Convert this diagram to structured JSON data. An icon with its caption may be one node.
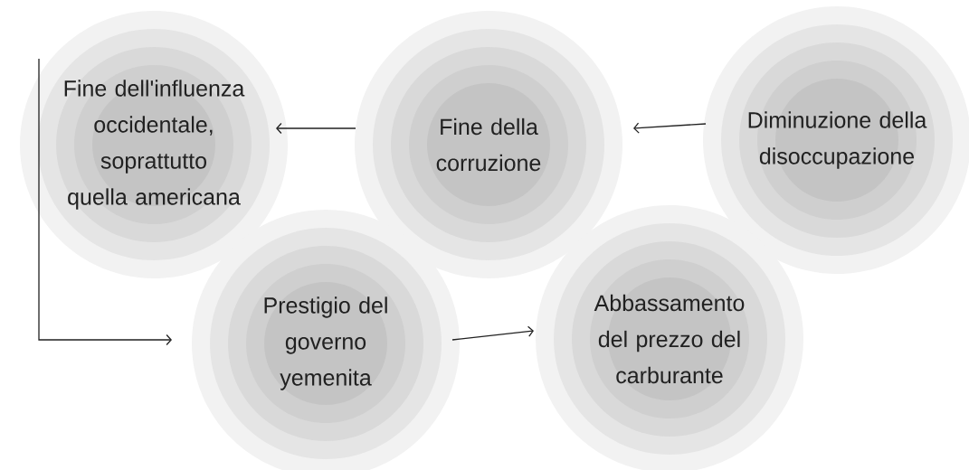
{
  "diagram": {
    "nodes": [
      {
        "text": [
          "Fine dell'influenza occidentale, soprattutto quella americana"
        ]
      },
      {
        "text": [
          "Fine della corruzione"
        ]
      },
      {
        "text": [
          "Diminuzione della disoccupazione"
        ]
      },
      {
        "text": [
          "Prestigio del governo yemenita"
        ]
      },
      {
        "text": [
          "Abbassamento del prezzo del carburante"
        ]
      }
    ],
    "edges": [
      {
        "from": 2,
        "to": 1,
        "arrow": "to"
      },
      {
        "from": 1,
        "to": 0,
        "arrow": "to"
      },
      {
        "from": 0,
        "to": 3,
        "arrow": "to"
      },
      {
        "from": 3,
        "to": 4,
        "arrow": "to"
      }
    ]
  }
}
